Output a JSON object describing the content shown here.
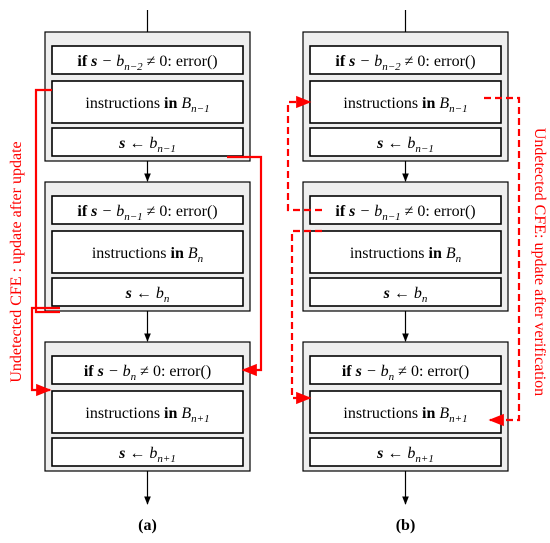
{
  "panels": [
    {
      "id": "a",
      "caption": "(a)",
      "blocks": [
        {
          "check": {
            "kw": "if",
            "s": "s",
            "mid": " − b",
            "sub": "n−2",
            "tail": " ≠ 0: error()"
          },
          "instr": {
            "text": "instructions ",
            "kw": "in",
            "var": " B",
            "sub": "n−1"
          },
          "update": {
            "s": "s",
            "arrow": " ← b",
            "sub": "n−1"
          }
        },
        {
          "check": {
            "kw": "if",
            "s": "s",
            "mid": " − b",
            "sub": "n−1",
            "tail": " ≠ 0: error()"
          },
          "instr": {
            "text": "instructions ",
            "kw": "in",
            "var": " B",
            "sub": "n"
          },
          "update": {
            "s": "s",
            "arrow": " ← b",
            "sub": "n"
          }
        },
        {
          "check": {
            "kw": "if",
            "s": "s",
            "mid": " − b",
            "sub": "n",
            "tail": " ≠ 0: error()"
          },
          "instr": {
            "text": "instructions ",
            "kw": "in",
            "var": " B",
            "sub": "n+1"
          },
          "update": {
            "s": "s",
            "arrow": " ← b",
            "sub": "n+1"
          }
        }
      ],
      "side_label": "Undetected CFE : update after update",
      "edge_style": "solid"
    },
    {
      "id": "b",
      "caption": "(b)",
      "blocks": [
        {
          "check": {
            "kw": "if",
            "s": "s",
            "mid": " − b",
            "sub": "n−2",
            "tail": " ≠ 0: error()"
          },
          "instr": {
            "text": "instructions ",
            "kw": "in",
            "var": " B",
            "sub": "n−1"
          },
          "update": {
            "s": "s",
            "arrow": " ← b",
            "sub": "n−1"
          }
        },
        {
          "check": {
            "kw": "if",
            "s": "s",
            "mid": " − b",
            "sub": "n−1",
            "tail": " ≠ 0: error()"
          },
          "instr": {
            "text": "instructions ",
            "kw": "in",
            "var": " B",
            "sub": "n"
          },
          "update": {
            "s": "s",
            "arrow": " ← b",
            "sub": "n"
          }
        },
        {
          "check": {
            "kw": "if",
            "s": "s",
            "mid": " − b",
            "sub": "n",
            "tail": " ≠ 0: error()"
          },
          "instr": {
            "text": "instructions ",
            "kw": "in",
            "var": " B",
            "sub": "n+1"
          },
          "update": {
            "s": "s",
            "arrow": " ← b",
            "sub": "n+1"
          }
        }
      ],
      "side_label": "Undetected CFE: update after verification",
      "edge_style": "dashed"
    }
  ],
  "colors": {
    "block_fill": "#eeeeee",
    "cell_fill": "#ffffff",
    "stroke": "#000000",
    "error_edge": "#ff0000"
  }
}
